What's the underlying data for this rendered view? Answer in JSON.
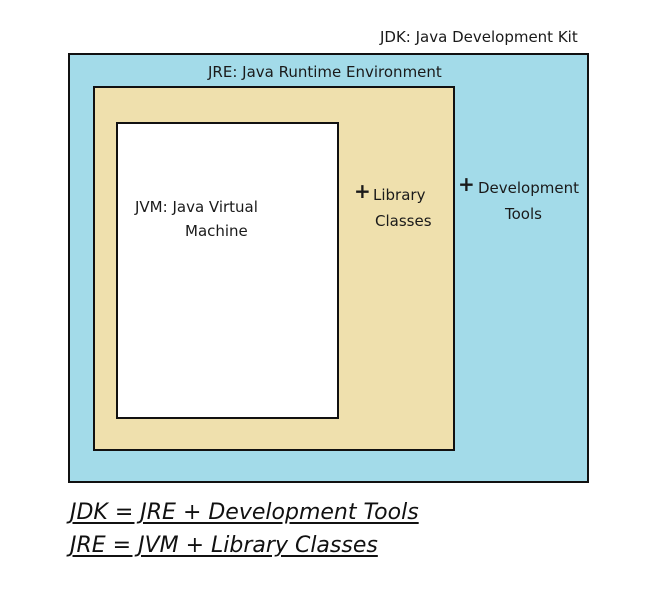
{
  "diagram": {
    "jdk": {
      "title": "JDK: Java Development Kit",
      "color": "#a3dbe9"
    },
    "jre": {
      "title": "JRE: Java Runtime Environment",
      "color": "#efe0ad"
    },
    "jvm": {
      "line1": "JVM:  Java Virtual",
      "line2": "Machine",
      "color": "#ffffff"
    },
    "library": {
      "plus": "+",
      "line1": "Library",
      "line2": "Classes"
    },
    "devtools": {
      "plus": "+",
      "line1": "Development",
      "line2": "Tools"
    }
  },
  "equations": [
    "JDK = JRE + Development Tools",
    "JRE = JVM + Library Classes"
  ]
}
